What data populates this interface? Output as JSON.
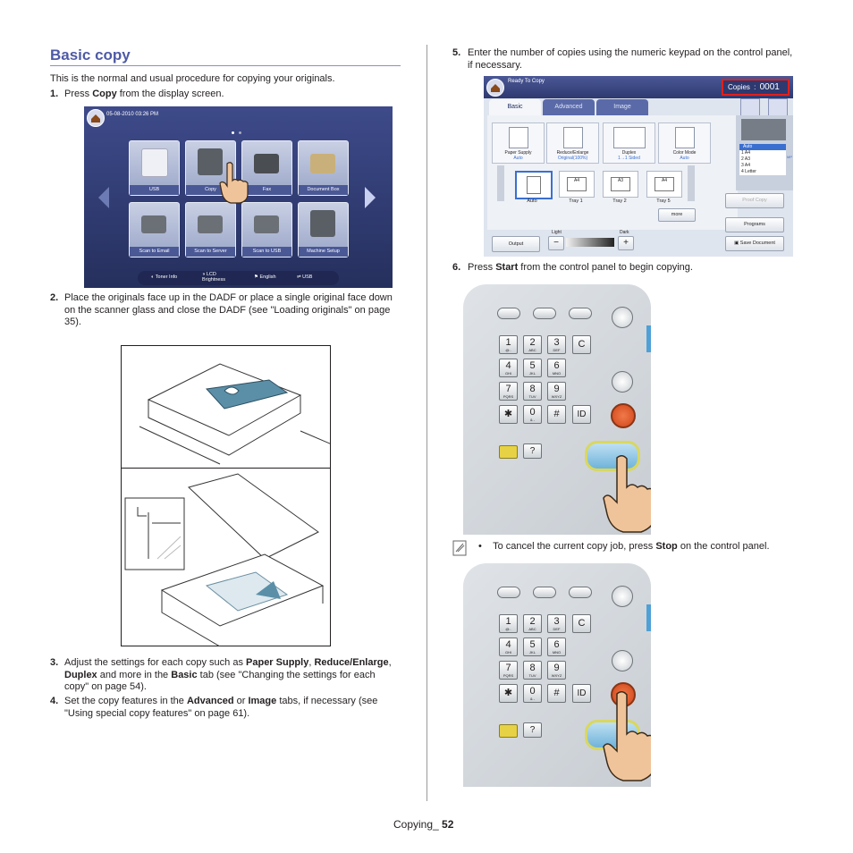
{
  "section_title": "Basic copy",
  "intro": "This is the normal and usual procedure for copying your originals.",
  "steps": [
    {
      "num": "1.",
      "pre": "Press ",
      "b1": "Copy",
      "post": " from the display screen."
    },
    {
      "num": "2.",
      "text": "Place the originals face up in the DADF or place a single original face down on the scanner glass and close the DADF (see \"Loading originals\" on page 35)."
    },
    {
      "num": "3.",
      "pre": "Adjust the settings for each copy such as ",
      "b1": "Paper Supply",
      ", ": "",
      "mid1": ", ",
      "b2": "Reduce/Enlarge",
      "mid2": ", ",
      "b3": "Duplex",
      "mid3": " and more in the ",
      "b4": "Basic",
      "post": " tab (see \"Changing the settings for each copy\" on page 54)."
    },
    {
      "num": "4.",
      "pre": "Set the copy features in the ",
      "b1": "Advanced",
      "mid1": " or ",
      "b2": "Image",
      "post": " tabs, if necessary (see \"Using special copy features\" on page 61)."
    },
    {
      "num": "5.",
      "text": "Enter the number of copies using the numeric keypad on the control panel, if necessary."
    },
    {
      "num": "6.",
      "pre": "Press ",
      "b1": "Start",
      "post": " from the control panel to begin copying."
    }
  ],
  "note": {
    "bullet": "•",
    "pre": "To cancel the current copy job, press ",
    "b1": "Stop",
    "post": " on the control panel."
  },
  "home_screen": {
    "datetime": "05-08-2010 03:26 PM",
    "tiles": [
      "USB",
      "Copy",
      "Fax",
      "Document Box",
      "Scan to Email",
      "Scan to Server",
      "Scan to USB",
      "Machine Setup"
    ],
    "status_bar": [
      "Toner Info",
      "LCD Brightness",
      "English",
      "USB"
    ]
  },
  "copy_screen": {
    "status": "Ready To Copy",
    "copies_label": "Copies",
    "copies_value": "0001",
    "tabs": [
      "Basic",
      "Advanced",
      "Image"
    ],
    "options": [
      {
        "label": "Paper Supply",
        "value": "Auto"
      },
      {
        "label": "Reduce/Enlarge",
        "value": "Original(100%)"
      },
      {
        "label": "Duplex",
        "value": "1→1 Sided"
      },
      {
        "label": "Color Mode",
        "value": "Auto"
      }
    ],
    "trays": [
      "Auto",
      "Tray 1",
      "Tray 2",
      "Tray 5"
    ],
    "tray_paper": [
      "",
      "A4",
      "A3",
      "A4"
    ],
    "more": "more",
    "output": "Output",
    "light": "Light",
    "dark": "Dark",
    "proof_copy": "Proof Copy",
    "programs": "Programs",
    "save_document": "Save Document",
    "tray_list": [
      "Auto",
      "1 A4",
      "2 A3",
      "3 A4",
      "4 Letter"
    ],
    "mp": "MP"
  },
  "keypad": {
    "digits": [
      {
        "d": "1",
        "s": "@:."
      },
      {
        "d": "2",
        "s": "ABC"
      },
      {
        "d": "3",
        "s": "DEF"
      },
      {
        "d": "4",
        "s": "GHI"
      },
      {
        "d": "5",
        "s": "JKL"
      },
      {
        "d": "6",
        "s": "MNO"
      },
      {
        "d": "7",
        "s": "PQRS"
      },
      {
        "d": "8",
        "s": "TUV"
      },
      {
        "d": "9",
        "s": "WXYZ"
      },
      {
        "d": "✱",
        "s": ""
      },
      {
        "d": "0",
        "s": "& -"
      },
      {
        "d": "#",
        "s": ""
      }
    ],
    "clear": "C",
    "id": "ID",
    "help": "?"
  },
  "footer": {
    "label": "Copying_",
    "page": "52"
  },
  "colors": {
    "title": "#4e5aa6",
    "screen": "#3e4b8a",
    "start": "#6fb3da",
    "stop": "#d04418"
  }
}
